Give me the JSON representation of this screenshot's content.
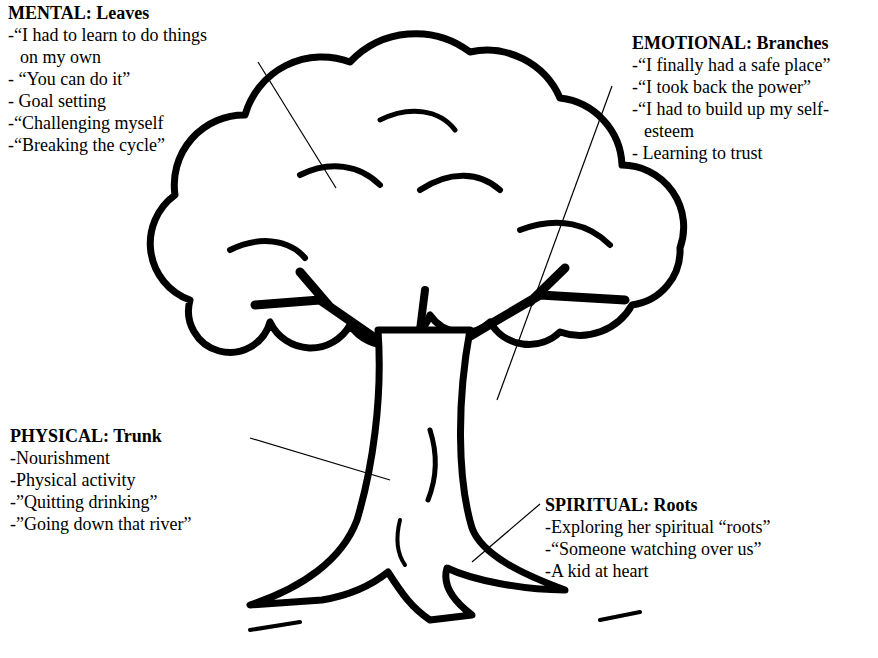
{
  "diagram": {
    "labels": [
      "MENTAL: Leaves",
      "-“I had to learn to do things on my own",
      "- “You can do it”",
      "- Goal setting",
      "-“Challenging myself",
      "-“Breaking the cycle”",
      "EMOTIONAL: Branches",
      "-“I finally had a safe place”",
      "-“I took back the power”",
      "-“I had to build up my self-esteem",
      "- Learning to trust",
      "PHYSICAL: Trunk",
      "-Nourishment",
      "-Physical activity",
      "-”Quitting drinking”",
      "-”Going down that river”",
      "SPIRITUAL: Roots",
      "-Exploring her spiritual “roots”",
      "-“Someone watching over us”",
      "-A kid at heart"
    ]
  }
}
